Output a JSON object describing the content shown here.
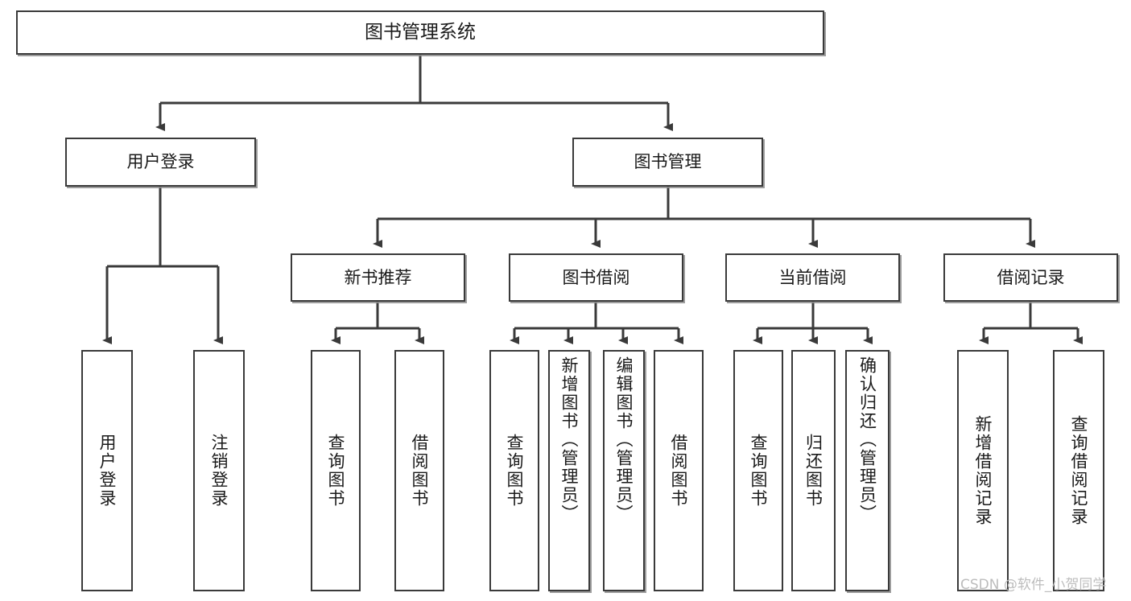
{
  "diagram": {
    "type": "tree",
    "title": "图书管理系统",
    "root": {
      "label": "图书管理系统"
    },
    "level2": [
      {
        "label": "用户登录"
      },
      {
        "label": "图书管理"
      }
    ],
    "level3": [
      {
        "label": "新书推荐"
      },
      {
        "label": "图书借阅"
      },
      {
        "label": "当前借阅"
      },
      {
        "label": "借阅记录"
      }
    ],
    "leaves": {
      "user_login": [
        {
          "label": "用户登录"
        },
        {
          "label": "注销登录"
        }
      ],
      "new_book_recommend": [
        {
          "label": "查询图书"
        },
        {
          "label": "借阅图书"
        }
      ],
      "book_borrow": [
        {
          "label": "查询图书"
        },
        {
          "label": "新增图书（管理员）"
        },
        {
          "label": "编辑图书（管理员）"
        },
        {
          "label": "借阅图书"
        }
      ],
      "current_borrow": [
        {
          "label": "查询图书"
        },
        {
          "label": "归还图书"
        },
        {
          "label": "确认归还（管理员）"
        }
      ],
      "borrow_record": [
        {
          "label": "新增借阅记录"
        },
        {
          "label": "查询借阅记录"
        }
      ]
    }
  },
  "watermark": {
    "text": "CSDN @软件_小贺同学"
  },
  "colors": {
    "stroke": "#3a3a3a",
    "box_fill": "#ffffff",
    "text": "#1a1a1a",
    "watermark": "#bdbdbd",
    "page_background": "#ffffff"
  }
}
